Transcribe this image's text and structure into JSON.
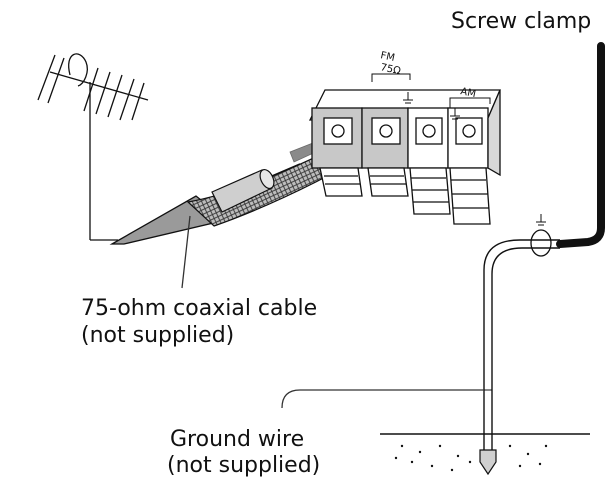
{
  "labels": {
    "screw_clamp": "Screw clamp",
    "coax_line1": "75-ohm coaxial cable",
    "coax_line2": "(not supplied)",
    "ground_line1": "Ground wire",
    "ground_line2": "(not supplied)"
  },
  "terminal_labels": {
    "fm": "FM",
    "fm_impedance": "75Ω",
    "am": "AM"
  },
  "colors": {
    "line": "#111111",
    "terminal_shade": "#c8c8c8",
    "cable_shade": "#9a9a9a",
    "arrow": "#8a8a8a"
  }
}
